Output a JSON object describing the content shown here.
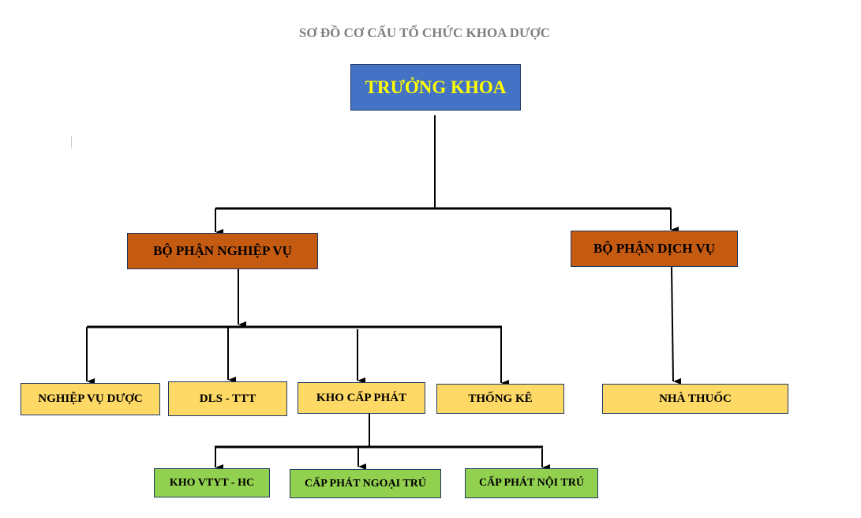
{
  "title": "SƠ ĐỒ CƠ CẤU TỔ CHỨC KHOA DƯỢC",
  "head": "TRƯỞNG KHOA",
  "divisions": {
    "professional": "BỘ PHẬN NGHIỆP VỤ",
    "service": "BỘ PHẬN DỊCH VỤ"
  },
  "units": {
    "pharma_ops": "NGHIỆP VỤ DƯỢC",
    "dls_ttt": "DLS - TTT",
    "dispensing_store": "KHO CẤP PHÁT",
    "statistics": "THỐNG KÊ",
    "pharmacy": "NHÀ THUỐC"
  },
  "subunits": {
    "medical_supplies": "KHO VTYT - HC",
    "outpatient": "CẤP PHÁT NGOẠI TRÚ",
    "inpatient": "CẤP PHÁT NỘI TRÚ"
  },
  "colors": {
    "head": "#4472c4",
    "division": "#c55a11",
    "unit": "#ffd966",
    "subunit": "#92d050"
  }
}
